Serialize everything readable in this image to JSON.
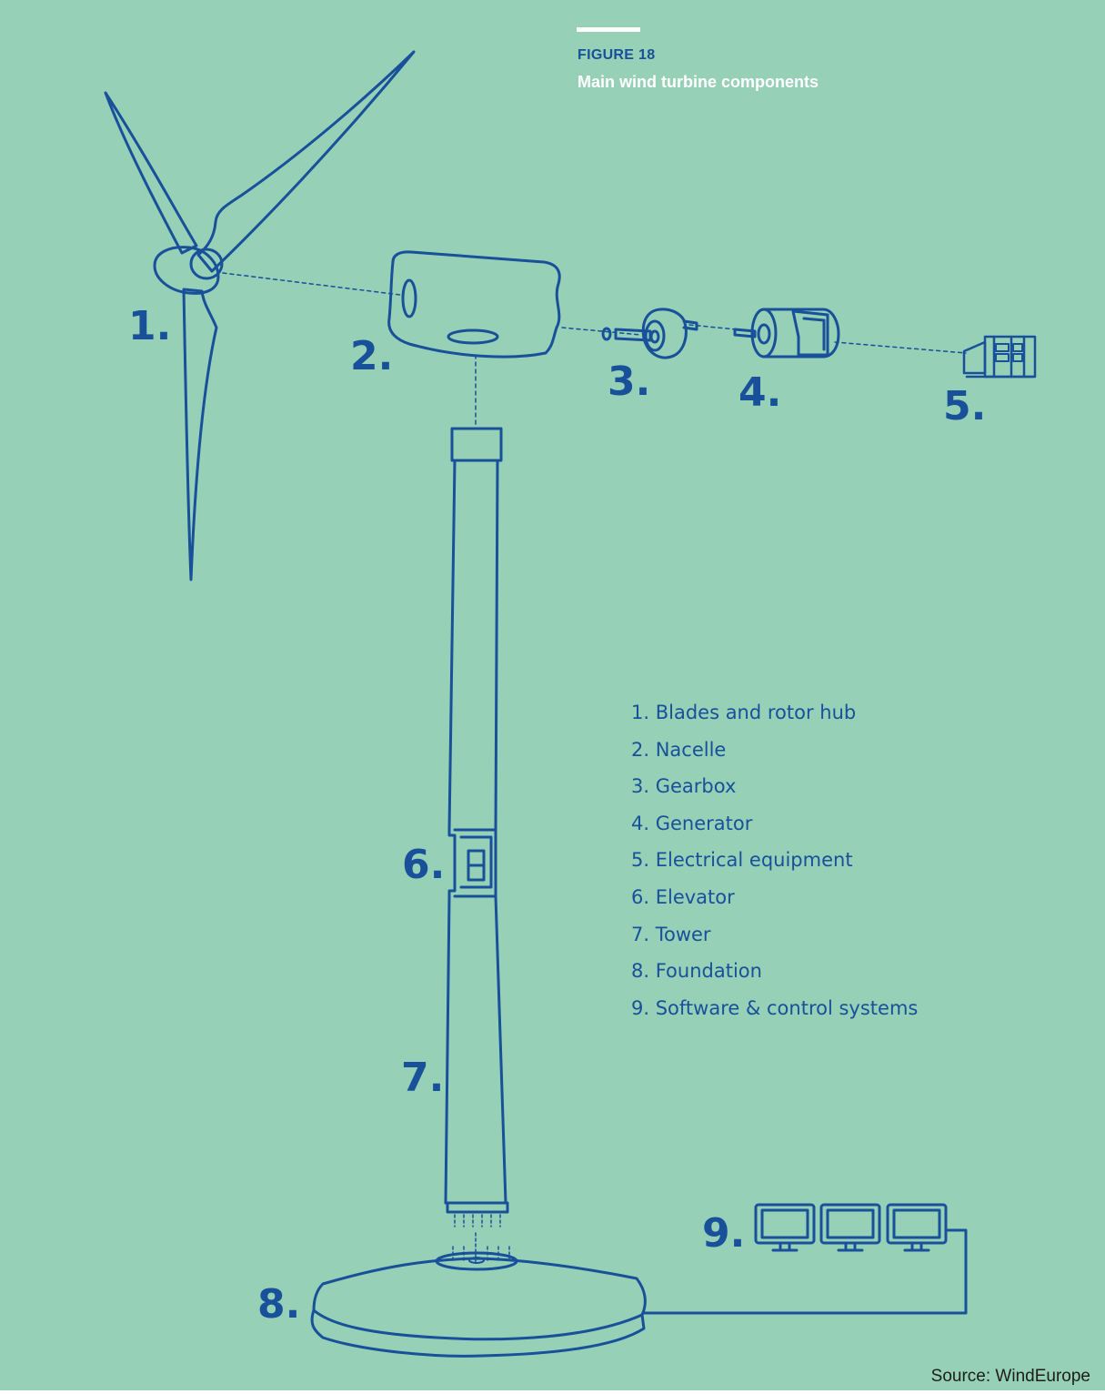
{
  "figure": {
    "label": "FIGURE 18",
    "title": "Main wind turbine components"
  },
  "numbers": [
    "1.",
    "2.",
    "3.",
    "4.",
    "5.",
    "6.",
    "7.",
    "8.",
    "9."
  ],
  "legend": [
    "1. Blades and rotor hub",
    "2. Nacelle",
    "3. Gearbox",
    "4. Generator",
    "5. Electrical equipment",
    "6. Elevator",
    "7. Tower",
    "8. Foundation",
    "9. Software & control systems"
  ],
  "source": "Source: WindEurope",
  "colors": {
    "background": "#96d0b6",
    "line": "#18509a",
    "accent": "#ffffff"
  }
}
